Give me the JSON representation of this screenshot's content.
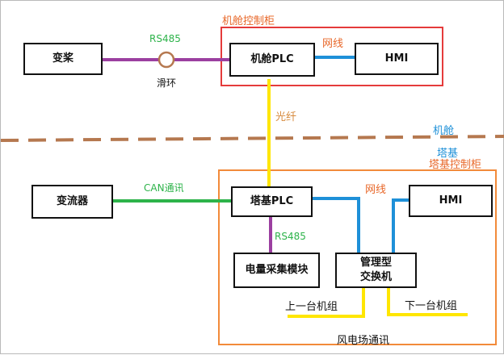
{
  "colors": {
    "nacelle_cabinet_border": "#e53b3b",
    "tower_cabinet_border": "#f28a3a",
    "rs485": "#9b3fa0",
    "network": "#1e90d8",
    "fiber": "#ffe600",
    "can": "#2db34a",
    "divider": "#b5784f",
    "slip_ring": "#b5784f",
    "cabinet_title": "#e8682a",
    "fiber_label": "#d78a3c"
  },
  "nacelle_cabinet": {
    "title": "机舱控制柜"
  },
  "tower_cabinet": {
    "title": "塔基控制柜"
  },
  "boxes": {
    "pitch": "变桨",
    "nacelle_plc": "机舱PLC",
    "nacelle_hmi": "HMI",
    "converter": "变流器",
    "tower_plc": "塔基PLC",
    "tower_hmi": "HMI",
    "power_module": "电量采集模块",
    "switch_line1": "管理型",
    "switch_line2": "交换机"
  },
  "labels": {
    "rs485_top": "RS485",
    "slip_ring": "滑环",
    "network_top": "网线",
    "fiber": "光纤",
    "nacelle_zone": "机舱",
    "tower_zone": "塔基",
    "can": "CAN通讯",
    "network_bottom": "网线",
    "rs485_bottom": "RS485",
    "prev_unit": "上一台机组",
    "next_unit": "下一台机组",
    "farm_comm": "风电场通讯"
  }
}
